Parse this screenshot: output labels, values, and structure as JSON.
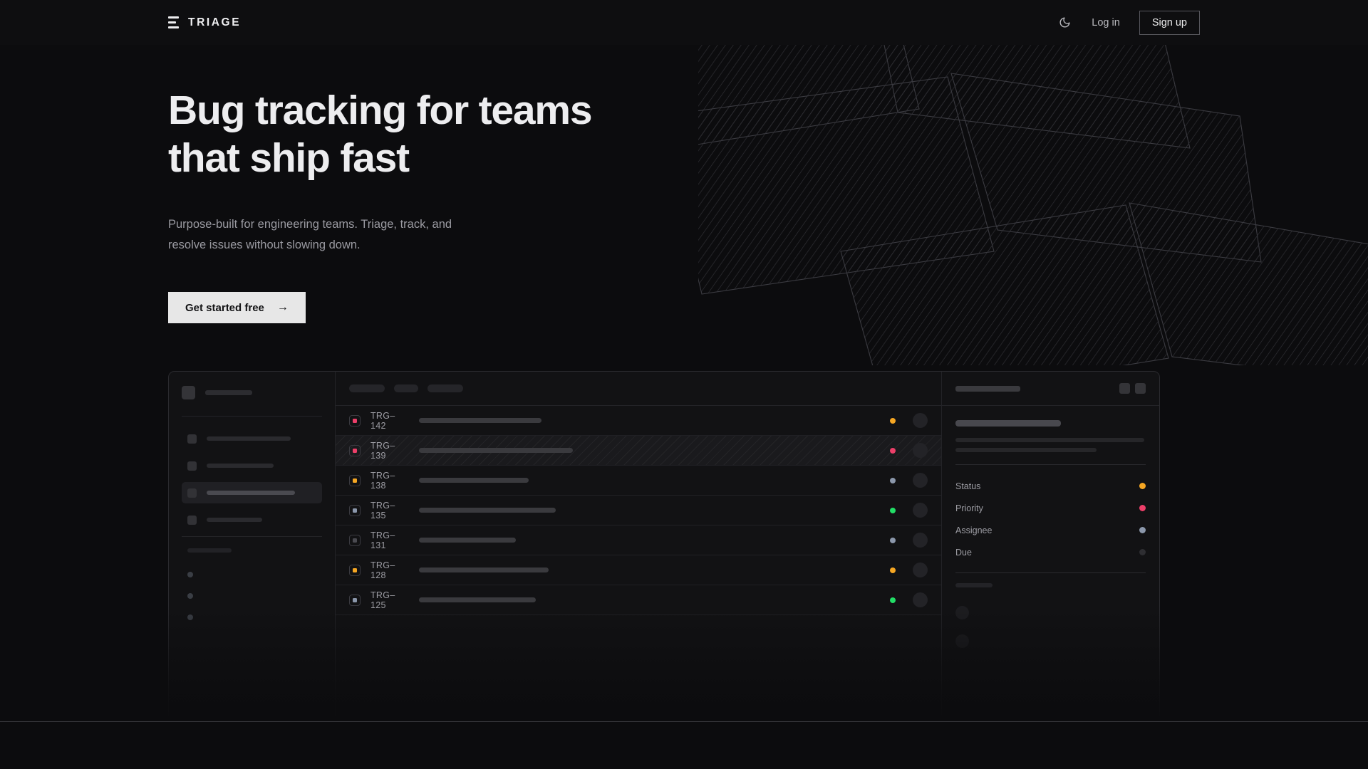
{
  "nav": {
    "brand": "TRIAGE",
    "theme_toggle_icon": "moon-icon",
    "login_label": "Log in",
    "signup_label": "Sign up"
  },
  "hero": {
    "title": "Bug tracking for teams\nthat ship fast",
    "subtitle": "Purpose-built for engineering teams. Triage, track, and\nresolve issues without slowing down.",
    "cta_label": "Get started free",
    "cta_arrow": "→"
  },
  "app_mockup": {
    "sidebar": {
      "nav_widths": [
        118,
        94,
        124,
        78
      ],
      "active_index": 2,
      "sub_item_count": 3
    },
    "list": {
      "toolbar_chip_widths": [
        50,
        34,
        50
      ],
      "rows": [
        {
          "id": "TRG–142",
          "priority_color": "#ec3f69",
          "title_width": 172,
          "status_color": "#f5a623",
          "selected": false
        },
        {
          "id": "TRG–139",
          "priority_color": "#ec3f69",
          "title_width": 216,
          "status_color": "#ec3f69",
          "selected": true
        },
        {
          "id": "TRG–138",
          "priority_color": "#f5a623",
          "title_width": 154,
          "status_color": "#8b97ab",
          "selected": false
        },
        {
          "id": "TRG–135",
          "priority_color": "#8b97ab",
          "title_width": 192,
          "status_color": "#22dd66",
          "selected": false
        },
        {
          "id": "TRG–131",
          "priority_color": "#4a4a50",
          "title_width": 136,
          "status_color": "#8b97ab",
          "selected": false
        },
        {
          "id": "TRG–128",
          "priority_color": "#f5a623",
          "title_width": 182,
          "status_color": "#f5a623",
          "selected": false
        },
        {
          "id": "TRG–125",
          "priority_color": "#8b97ab",
          "title_width": 164,
          "status_color": "#22dd66",
          "selected": false
        }
      ]
    },
    "detail": {
      "header_button_icons": [
        "square-button-icon",
        "square-button-icon"
      ],
      "body_line_widths": [
        265,
        198
      ],
      "meta": [
        {
          "label": "Status",
          "color": "#f5a623"
        },
        {
          "label": "Priority",
          "color": "#ec3f69"
        },
        {
          "label": "Assignee",
          "color": "#8b97ab"
        },
        {
          "label": "Due",
          "color": "#2e2e32"
        }
      ],
      "comment_count": 2
    }
  },
  "colors": {
    "background": "#0c0c0e",
    "nav_background": "#0e0e10",
    "panel": "#121214",
    "border": "#2a2a2e",
    "text_primary": "#ededef",
    "text_muted": "#9a9aa1",
    "accent_orange": "#f5a623",
    "accent_pink": "#ec3f69",
    "accent_green": "#22dd66",
    "accent_blue_gray": "#8b97ab",
    "cta_background": "#e7e7e7"
  }
}
